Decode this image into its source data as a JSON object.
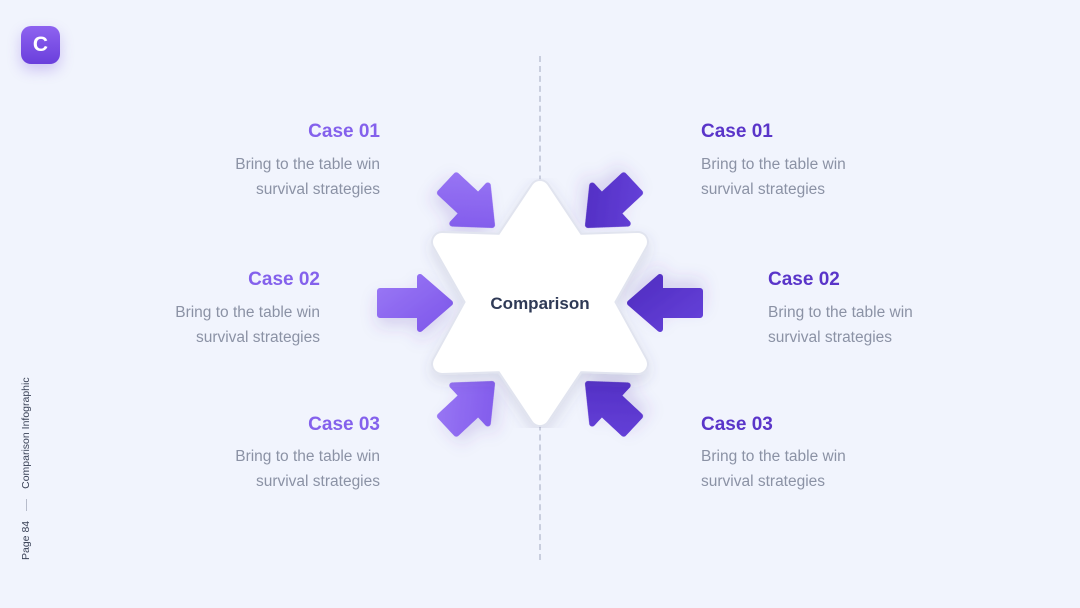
{
  "logo": {
    "letter": "C"
  },
  "center": {
    "label": "Comparison"
  },
  "left_cases": [
    {
      "title": "Case 01",
      "line1": "Bring to the table win",
      "line2": "survival strategies"
    },
    {
      "title": "Case 02",
      "line1": "Bring to the table win",
      "line2": "survival strategies"
    },
    {
      "title": "Case 03",
      "line1": "Bring to the table win",
      "line2": "survival strategies"
    }
  ],
  "right_cases": [
    {
      "title": "Case 01",
      "line1": "Bring to the table win",
      "line2": "survival strategies"
    },
    {
      "title": "Case 02",
      "line1": "Bring to the table win",
      "line2": "survival strategies"
    },
    {
      "title": "Case 03",
      "line1": "Bring to the table win",
      "line2": "survival strategies"
    }
  ],
  "footer": {
    "page": "Page 84",
    "section": "Comparison Infographic"
  },
  "colors": {
    "left_accent": "#8461ec",
    "right_accent": "#5a35c9",
    "background": "#f1f4fd",
    "body_text": "#8b92a5",
    "heading_text": "#2f3a56"
  }
}
